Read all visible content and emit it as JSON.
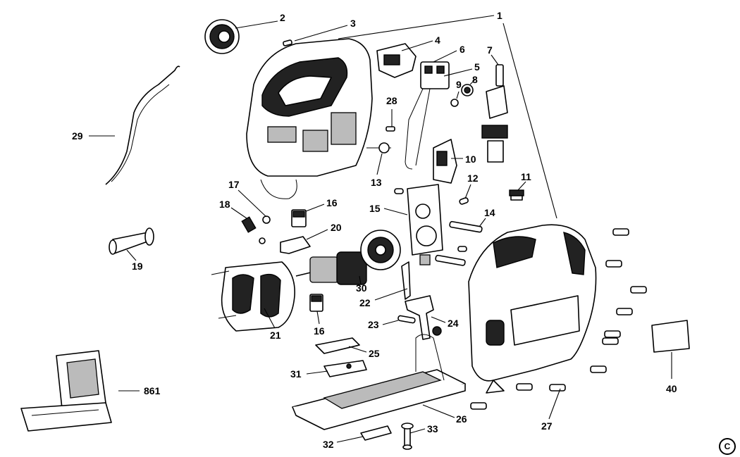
{
  "callouts": {
    "c1": "1",
    "c2": "2",
    "c3": "3",
    "c4": "4",
    "c5": "5",
    "c6": "6",
    "c7": "7",
    "c8": "8",
    "c9": "9",
    "c10": "10",
    "c11": "11",
    "c12": "12",
    "c13": "13",
    "c14": "14",
    "c15": "15",
    "c16a": "16",
    "c16b": "16",
    "c17": "17",
    "c18": "18",
    "c19": "19",
    "c20": "20",
    "c21": "21",
    "c22": "22",
    "c23": "23",
    "c24": "24",
    "c25": "25",
    "c26": "26",
    "c27": "27",
    "c28": "28",
    "c29": "29",
    "c30": "30",
    "c31": "31",
    "c32": "32",
    "c33": "33",
    "c40": "40",
    "c861": "861"
  },
  "copyright_symbol": "C"
}
